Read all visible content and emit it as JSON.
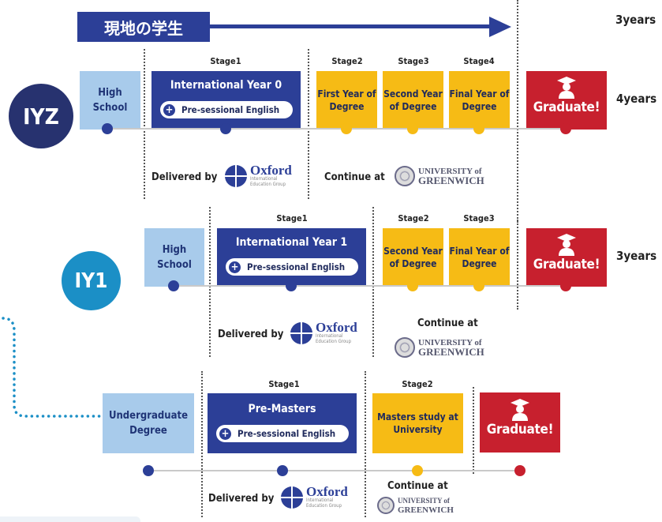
{
  "top": {
    "banner": "現地の学生",
    "years": "3years"
  },
  "row_iyz": {
    "badge": "IYZ",
    "years": "4years",
    "high_school": "High School",
    "stage1": "Stage1",
    "stage2": "Stage2",
    "stage3": "Stage3",
    "stage4": "Stage4",
    "program": "International Year 0",
    "pill": "Pre-sessional English",
    "first_year": "First Year of Degree",
    "second_year": "Second Year of Degree",
    "final_year": "Final Year of Degree",
    "graduate": "Graduate!",
    "delivered_by": "Delivered by",
    "continue_at": "Continue at"
  },
  "row_iy1": {
    "badge": "IY1",
    "years": "3years",
    "high_school": "High School",
    "stage1": "Stage1",
    "stage2": "Stage2",
    "stage3": "Stage3",
    "program": "International Year 1",
    "pill": "Pre-sessional English",
    "second_year": "Second Year of Degree",
    "final_year": "Final Year of Degree",
    "graduate": "Graduate!",
    "delivered_by": "Delivered by",
    "continue_at": "Continue at"
  },
  "row_pm": {
    "undergrad": "Undergraduate Degree",
    "stage1": "Stage1",
    "stage2": "Stage2",
    "program": "Pre-Masters",
    "pill": "Pre-sessional English",
    "masters": "Masters study at University",
    "graduate": "Graduate!",
    "delivered_by": "Delivered by",
    "continue_at": "Continue at"
  },
  "logos": {
    "oxford_name": "Oxford",
    "oxford_sub1": "International",
    "oxford_sub2": "Education Group",
    "greenwich_line1": "UNIVERSITY of",
    "greenwich_line2": "GREENWICH"
  },
  "colors": {
    "navy": "#2c3f97",
    "light_blue": "#a8cbeb",
    "yellow": "#f6bb15",
    "red": "#c7202e",
    "iy1_teal": "#1b8fc6",
    "iyz_navy": "#27326f"
  },
  "icons": {
    "graduate": "graduate-cap-icon",
    "plus": "plus-circle-icon"
  }
}
